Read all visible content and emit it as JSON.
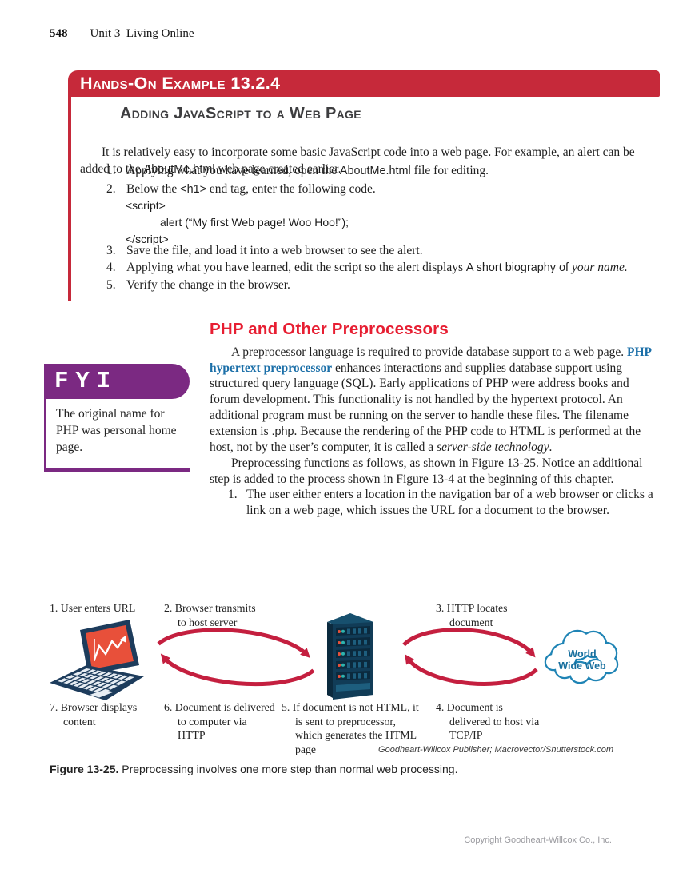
{
  "colors": {
    "banner_red": "#c6293a",
    "heading_red": "#e71e32",
    "term_blue": "#1b6fa8",
    "fyi_purple": "#7b2982",
    "arrow_red": "#c41f3f",
    "device_navy": "#1d3c5c",
    "screen_red": "#e8503a",
    "cloud_blue": "#1f84b5",
    "cloud_text_blue": "#176f9e"
  },
  "header": {
    "page_number": "548",
    "unit": "Unit 3  Living Online"
  },
  "hands_on": {
    "banner": "Hands-On Example 13.2.4",
    "subtitle": "Adding JavaScript to a Web Page",
    "intro_a": "It is relatively easy to incorporate some basic JavaScript code into a web page. For example, an alert can be added to the ",
    "intro_b": "AboutMe.html",
    "intro_c": " web page created earlier.",
    "step1_num": "1.",
    "step1_a": "Applying what you have learned, open the ",
    "step1_b": "AboutMe.html",
    "step1_c": " file for editing.",
    "step2_num": "2.",
    "step2_a": "Below the ",
    "step2_b": "<h1>",
    "step2_c": " end tag, enter the following code.",
    "code_line1": "<script>",
    "code_line2": "alert (“My first Web page! Woo Hoo!”);",
    "code_line3": "</script>",
    "step3_num": "3.",
    "step3": "Save the file, and load it into a web browser to see the alert.",
    "step4_num": "4.",
    "step4_a": "Applying what you have learned, edit the script so the alert displays ",
    "step4_b": "A short biography of ",
    "step4_c": "your name.",
    "step5_num": "5.",
    "step5": "Verify the change in the browser."
  },
  "fyi": {
    "label": "FYI",
    "text": "The original name for PHP was personal home page."
  },
  "php": {
    "heading": "PHP and Other Preprocessors",
    "p1_a": "A preprocessor language is required to provide database support to a web page. ",
    "p1_b": "PHP hypertext preprocessor",
    "p1_c": " enhances interactions and supplies database support using structured query language (SQL). Early applications of PHP were address books and forum development. This functionality is not handled by the hypertext protocol. An additional program must be running on the server to handle these files. The filename extension is ",
    "p1_d": ".php",
    "p1_e": ". Because the rendering of the PHP code to HTML is performed at the host, not by the user’s computer, it is called a ",
    "p1_f": "server-side technology",
    "p1_g": ".",
    "p2": "Preprocessing functions as follows, as shown in Figure 13-25. Notice an additional step is added to the process shown in Figure 13-4 at the beginning of this chapter.",
    "item1_num": "1.",
    "item1": "The user either enters a location in the navigation bar of a web browser or clicks a link on a web page, which issues the URL for a document to the browser."
  },
  "figure": {
    "step1": "1. User enters URL",
    "step2": "2. Browser transmits to host server",
    "step3": "3. HTTP locates document",
    "step4": "4. Document is delivered to host via TCP/IP",
    "step5": "5. If document is not HTML, it is sent to preprocessor, which generates the HTML page",
    "step6": "6. Document is delivered to computer via HTTP",
    "step7": "7. Browser displays content",
    "cloud_line1": "World",
    "cloud_line2": "Wide Web",
    "credit": "Goodheart-Willcox Publisher; Macrovector/Shutterstock.com",
    "caption_label": "Figure 13-25.",
    "caption_text": " Preprocessing involves one more step than normal web processing."
  },
  "footer": {
    "copyright": "Copyright Goodheart-Willcox Co., Inc."
  }
}
